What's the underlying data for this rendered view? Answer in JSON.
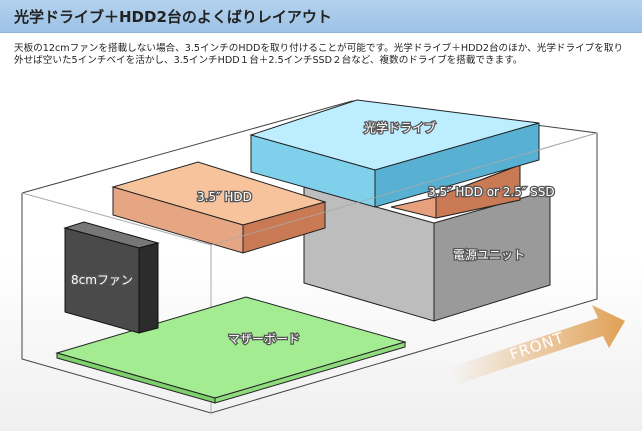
{
  "header": {
    "title": "光学ドライブ＋HDD2台のよくばりレイアウト"
  },
  "description": "天板の12cmファンを搭載しない場合、3.5インチのHDDを取り付けることが可能です。光学ドライブ＋HDD2台のほか、光学ドライブを取り外せば空いた5インチベイを活かし、3.5インチHDD１台＋2.5インチSSD２台など、複数のドライブを搭載できます。",
  "diagram": {
    "optical": "光学ドライブ",
    "hdd": "3.5″ HDD",
    "hdd2": "3.5″ HDD or 2.5″ SSD",
    "psu": "電源ユニット",
    "fan": "8cmファン",
    "mb": "マザーボード",
    "front": "FRONT",
    "colors": {
      "optical": "#7fd0ea",
      "hdd": "#f6b88e",
      "psu": "#bdbdbd",
      "fan": "#4a4a4a",
      "mb": "#a3ec92",
      "arrow": "#e0a055"
    }
  }
}
